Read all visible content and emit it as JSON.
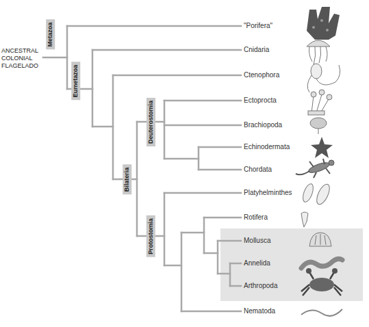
{
  "diagram": {
    "nodes": [
      {
        "text": [
          "Metazoa"
        ]
      },
      {
        "text": [
          "Eumetazoa"
        ]
      },
      {
        "text": [
          "Deuterostomia"
        ]
      },
      {
        "text": [
          "Bilateria"
        ]
      },
      {
        "text": [
          "Protostomia"
        ]
      }
    ],
    "labels": [
      "ANCESTRAL COLONIAL FLAGELADO",
      "\"Porifera\"",
      "Cnidaria",
      "Ctenophora",
      "Ectoprocta",
      "Brachiopoda",
      "Echinodermata",
      "Chordata",
      "Platyhelminthes",
      "Rotifera",
      "Mollusca",
      "Annelida",
      "Arthropoda",
      "Nematoda"
    ]
  }
}
